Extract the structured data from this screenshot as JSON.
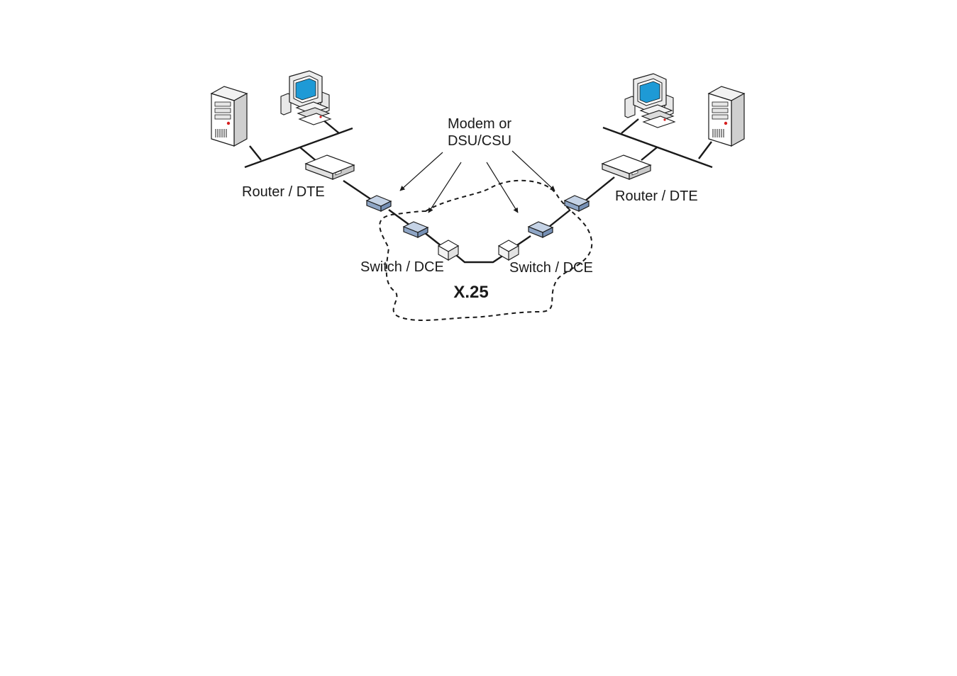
{
  "labels": {
    "modem_line1": "Modem or",
    "modem_line2": "DSU/CSU",
    "router_left": "Router / DTE",
    "router_right": "Router / DTE",
    "switch_left": "Switch / DCE",
    "switch_right": "Switch / DCE",
    "network": "X.25"
  },
  "icons": {
    "server": "server-icon",
    "workstation": "workstation-icon",
    "router": "router-icon",
    "modem": "modem-icon",
    "switch": "switch-icon"
  },
  "colors": {
    "modem_fill": "#a9bdd6",
    "screen": "#1e9ad6",
    "line": "#1a1a1a"
  }
}
